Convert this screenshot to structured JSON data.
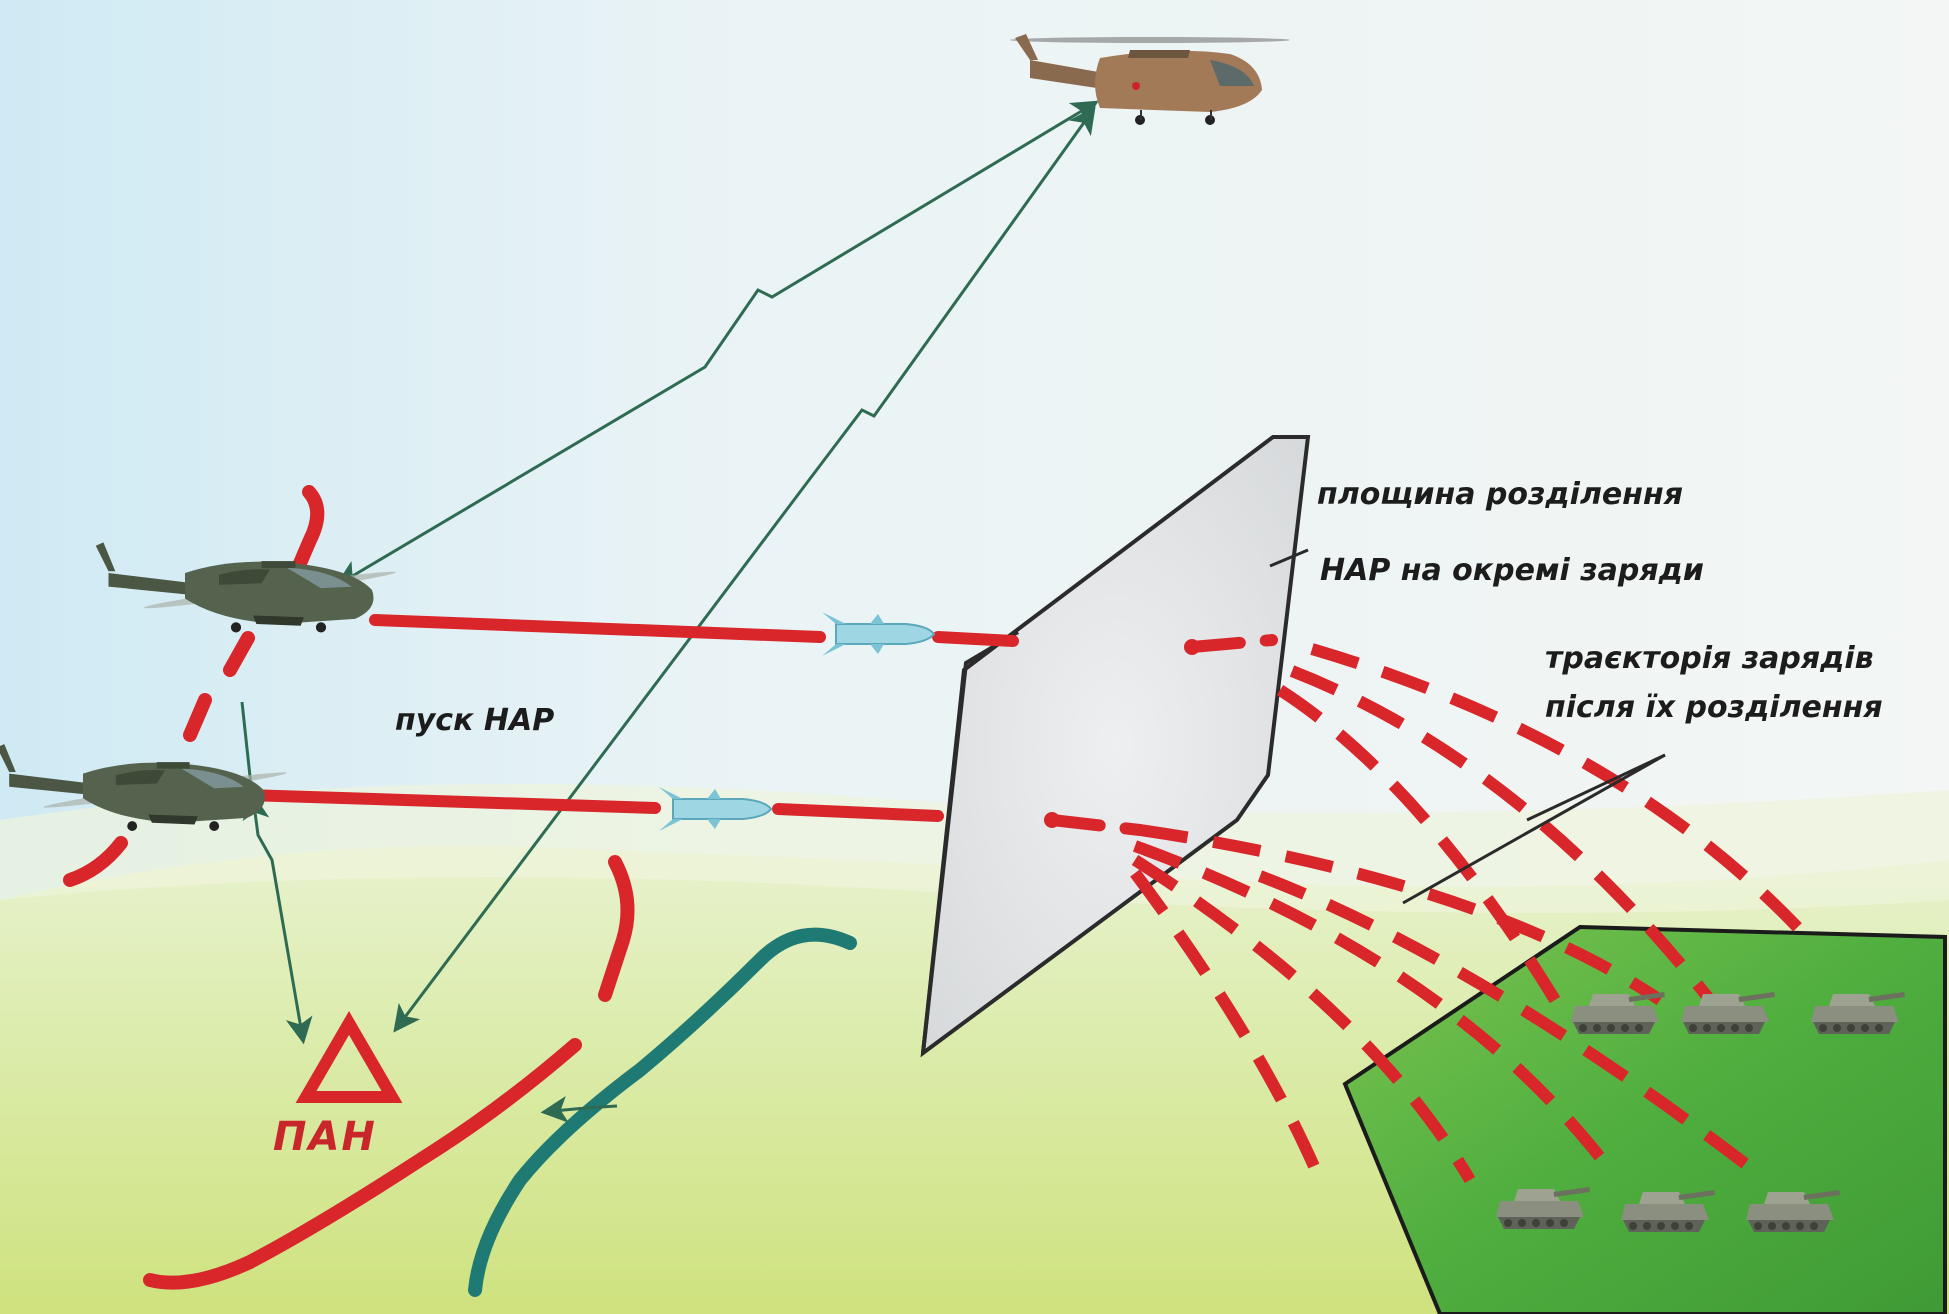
{
  "labels": {
    "separation_plane_line1": "площина   розділення",
    "separation_plane_line2": "НАР на окремі заряди",
    "trajectory_line1": "траєкторія    зарядів",
    "trajectory_line2": "після їх розділення",
    "launch": "пуск НАР",
    "pan": "ПАН"
  },
  "colors": {
    "red": "#d8262b",
    "arrow_green": "#2e6b52",
    "river": "#1f7a73",
    "field": "#4fae3e",
    "plane": "#e4e6e7"
  },
  "icons": [
    "command-helicopter-icon",
    "attack-helicopter-icon",
    "rocket-icon",
    "tank-icon",
    "observer-triangle-icon"
  ]
}
